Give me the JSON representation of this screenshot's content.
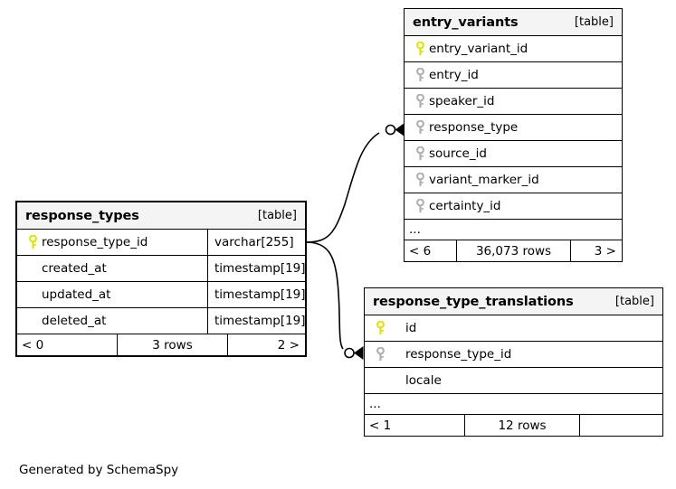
{
  "diagram": {
    "caption": "Generated by SchemaSpy",
    "kind_label": "[table]",
    "ellipsis": "...",
    "colors": {
      "primary_key": "#e3e300",
      "foreign_key": "#b0b0b0",
      "header_bg": "#f4f4f4",
      "border": "#000000",
      "background": "#ffffff"
    }
  },
  "tables": {
    "entry_variants": {
      "name": "entry_variants",
      "kind": "[table]",
      "columns": [
        {
          "name": "entry_variant_id",
          "key": "primary"
        },
        {
          "name": "entry_id",
          "key": "foreign"
        },
        {
          "name": "speaker_id",
          "key": "foreign"
        },
        {
          "name": "response_type",
          "key": "foreign"
        },
        {
          "name": "source_id",
          "key": "foreign"
        },
        {
          "name": "variant_marker_id",
          "key": "foreign"
        },
        {
          "name": "certainty_id",
          "key": "foreign"
        }
      ],
      "more_indicator": "...",
      "footer": {
        "parents": "< 6",
        "rows": "36,073 rows",
        "children": "3 >"
      }
    },
    "response_types": {
      "name": "response_types",
      "kind": "[table]",
      "focal": true,
      "columns": [
        {
          "name": "response_type_id",
          "key": "primary",
          "type": "varchar[255]"
        },
        {
          "name": "created_at",
          "key": "none",
          "type": "timestamp[19]"
        },
        {
          "name": "updated_at",
          "key": "none",
          "type": "timestamp[19]"
        },
        {
          "name": "deleted_at",
          "key": "none",
          "type": "timestamp[19]"
        }
      ],
      "footer": {
        "parents": "< 0",
        "rows": "3 rows",
        "children": "2 >"
      }
    },
    "response_type_translations": {
      "name": "response_type_translations",
      "kind": "[table]",
      "columns": [
        {
          "name": "id",
          "key": "primary"
        },
        {
          "name": "response_type_id",
          "key": "foreign"
        },
        {
          "name": "locale",
          "key": "none"
        }
      ],
      "more_indicator": "...",
      "footer": {
        "parents": "< 1",
        "rows": "12 rows",
        "children": ""
      }
    }
  },
  "relationships": [
    {
      "name": "response_types-to-entry_variants",
      "from_table": "response_types",
      "from_column": "response_type_id",
      "to_table": "entry_variants",
      "to_column": "response_type",
      "from_cardinality": "one",
      "to_cardinality": "zero-or-many"
    },
    {
      "name": "response_types-to-response_type_translations",
      "from_table": "response_types",
      "from_column": "response_type_id",
      "to_table": "response_type_translations",
      "to_column": "response_type_id",
      "from_cardinality": "one",
      "to_cardinality": "zero-or-many"
    }
  ]
}
